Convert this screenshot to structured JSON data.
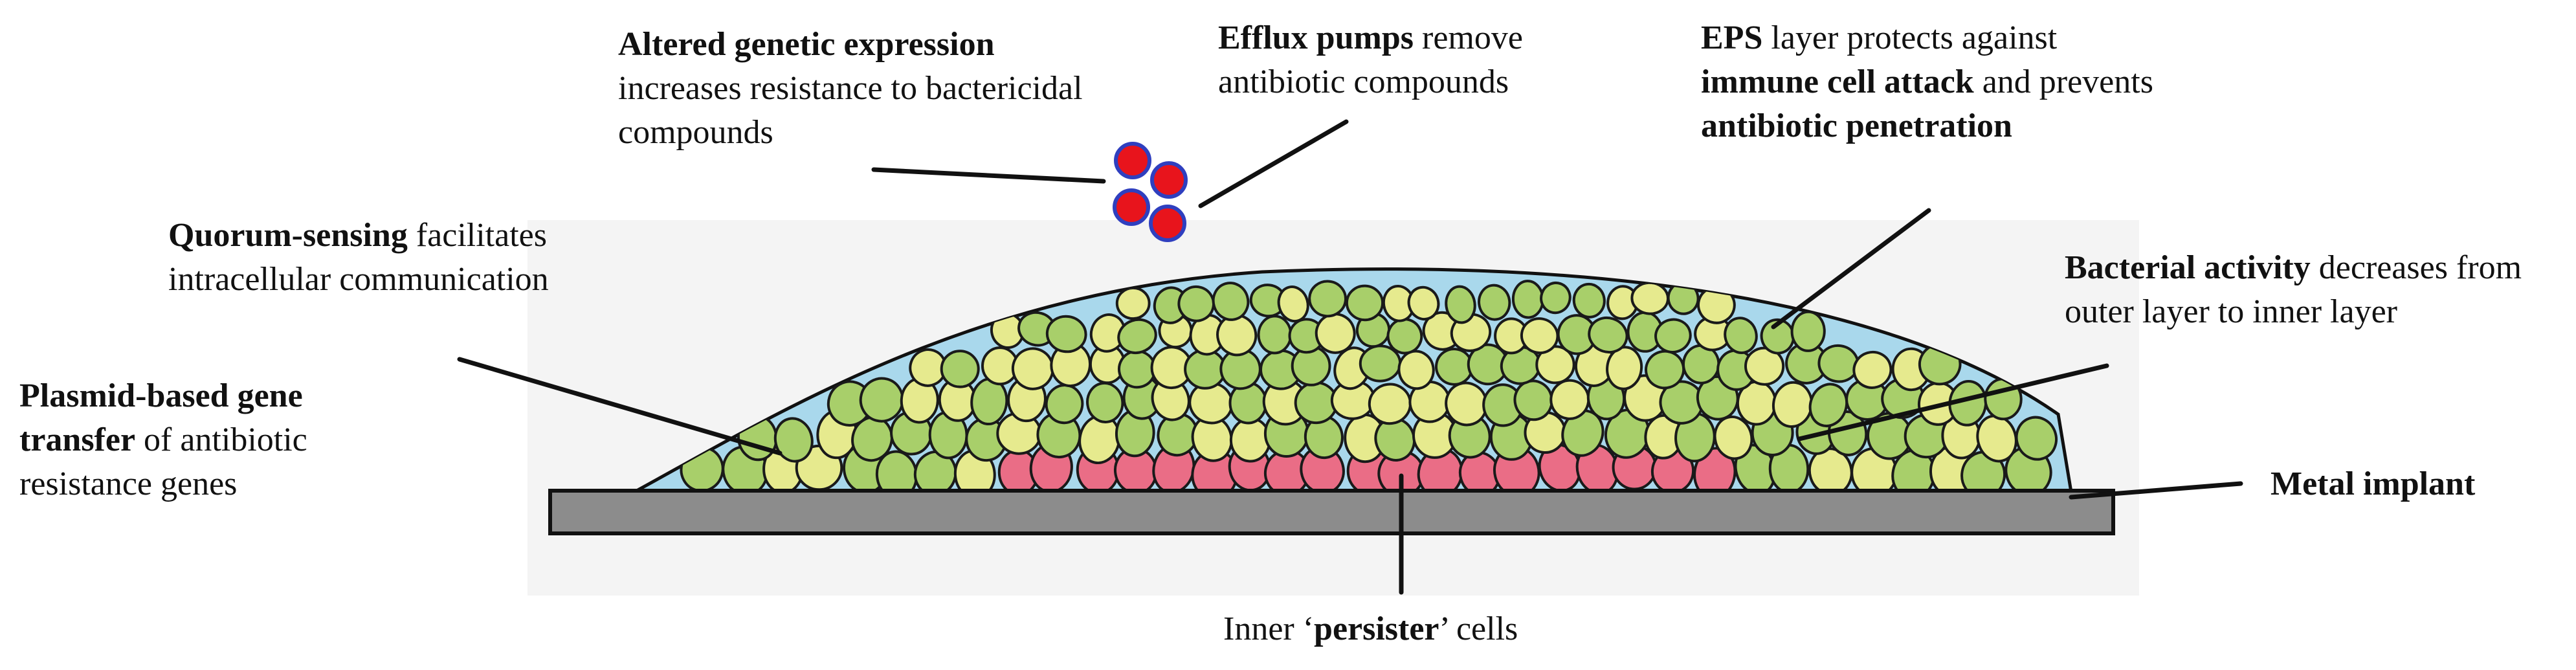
{
  "labels": {
    "altered": {
      "bold": "Altered genetic expression",
      "rest": "increases resistance to bactericidal compounds"
    },
    "efflux": {
      "bold": "Efflux pumps",
      "rest": " remove antibiotic compounds"
    },
    "eps": {
      "pre": "EPS",
      "mid1": " layer protects against ",
      "bold1": "immune cell attack",
      "mid2": " and prevents ",
      "bold2": "antibiotic penetration"
    },
    "quorum": {
      "bold": "Quorum-sensing",
      "rest": " facilitates intracellular communication"
    },
    "bacterial": {
      "bold": "Bacterial activity",
      "rest": " decreases from outer layer to inner layer"
    },
    "plasmid": {
      "bold": "Plasmid-based gene transfer",
      "rest": " of antibiotic resistance genes"
    },
    "metal": {
      "bold": "Metal implant"
    },
    "persister": {
      "pre": "Inner ‘",
      "bold": "persister",
      "post": "’ cells"
    }
  },
  "colors": {
    "eps_fill": "#a9d8ec",
    "implant": "#8c8c8c",
    "green_cell": "#a8cf6a",
    "yellow_cell": "#e6ea8e",
    "red_cell": "#ea6d86",
    "efflux_cell": "#e8141c",
    "efflux_ring": "#2f3fbf"
  }
}
